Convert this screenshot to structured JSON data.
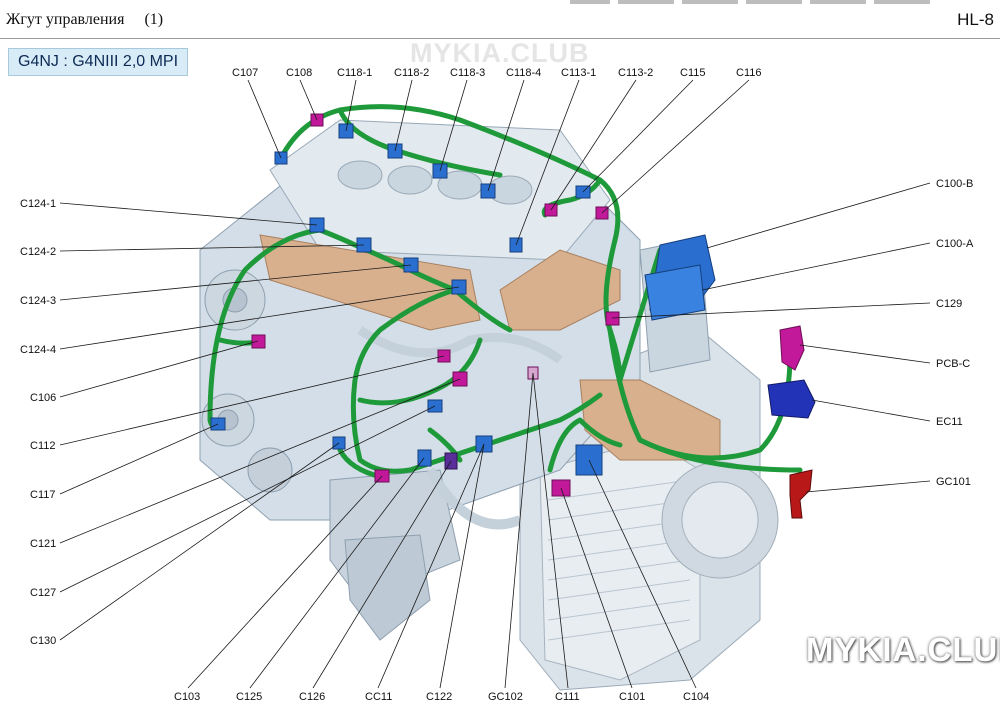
{
  "header": {
    "title": "Жгут управления     (1)",
    "code": "HL-8"
  },
  "engine_badge": "G4NJ : G4NIII 2,0 MPI",
  "watermarks": {
    "top": "MYKIA.CLUB",
    "bottom": "MYKIA.CLUB"
  },
  "colors": {
    "harness": "#1f9a3a",
    "connector_blue": "#2a6fd0",
    "connector_magenta": "#c2189a",
    "engine": "#d3dee8",
    "manifold": "#d9b08e"
  },
  "connectors": {
    "c107": "C107",
    "c108": "C108",
    "c118_1": "C118-1",
    "c118_2": "C118-2",
    "c118_3": "C118-3",
    "c118_4": "C118-4",
    "c113_1": "C113-1",
    "c113_2": "C113-2",
    "c115": "C115",
    "c116": "C116",
    "c124_1": "C124-1",
    "c124_2": "C124-2",
    "c124_3": "C124-3",
    "c124_4": "C124-4",
    "c106": "C106",
    "c112": "C112",
    "c117": "C117",
    "c121": "C121",
    "c127": "C127",
    "c130": "C130",
    "c100_b": "C100-B",
    "c100_a": "C100-A",
    "c129": "C129",
    "pcb_c": "PCB-C",
    "ec11": "EC11",
    "gc101": "GC101",
    "c103": "C103",
    "c125": "C125",
    "c126": "C126",
    "cc11": "CC11",
    "c122": "C122",
    "gc102": "GC102",
    "c111": "C111",
    "c101": "C101",
    "c104": "C104"
  }
}
